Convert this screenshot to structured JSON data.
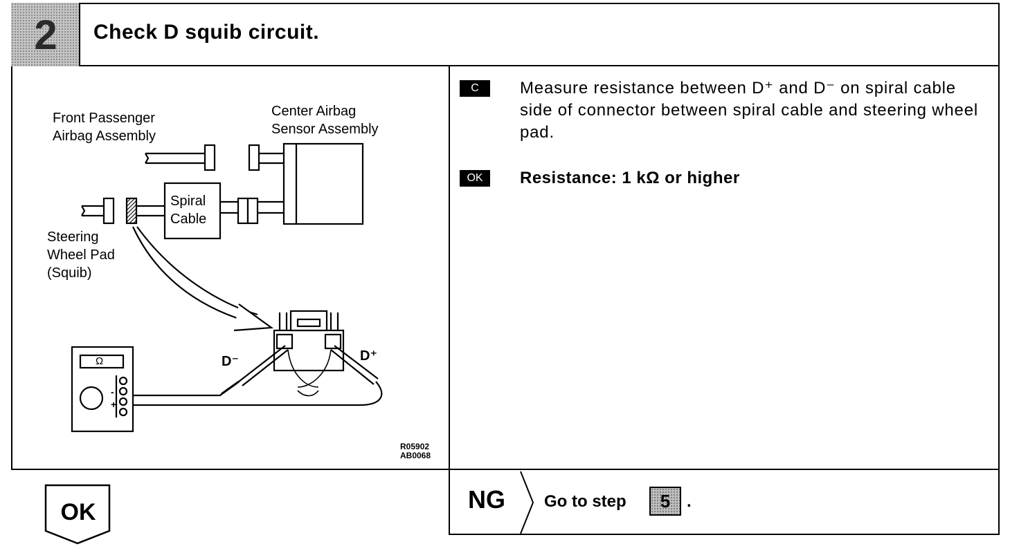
{
  "header": {
    "step_number": "2",
    "title": "Check D squib circuit."
  },
  "instruction": {
    "tag_c": "C",
    "text": "Measure resistance between D⁺ and D⁻ on spiral cable side of connector between spiral cable and steering wheel pad.",
    "tag_ok": "OK",
    "result": "Resistance:   1 kΩ or higher"
  },
  "diagram": {
    "labels": {
      "front_passenger": [
        "Front Passenger",
        "Airbag Assembly"
      ],
      "center_airbag": [
        "Center Airbag",
        "Sensor Assembly"
      ],
      "spiral_cable": [
        "Spiral",
        "Cable"
      ],
      "steering_wheel": [
        "Steering",
        "Wheel Pad",
        "(Squib)"
      ],
      "d_minus": "D⁻",
      "d_plus": "D⁺",
      "meter_symbol": "Ω"
    },
    "codes": [
      "R05902",
      "AB0068"
    ]
  },
  "footer": {
    "ok_label": "OK",
    "ng_label": "NG",
    "go_to_text": "Go to step",
    "go_to_step": "5",
    "period": "."
  }
}
